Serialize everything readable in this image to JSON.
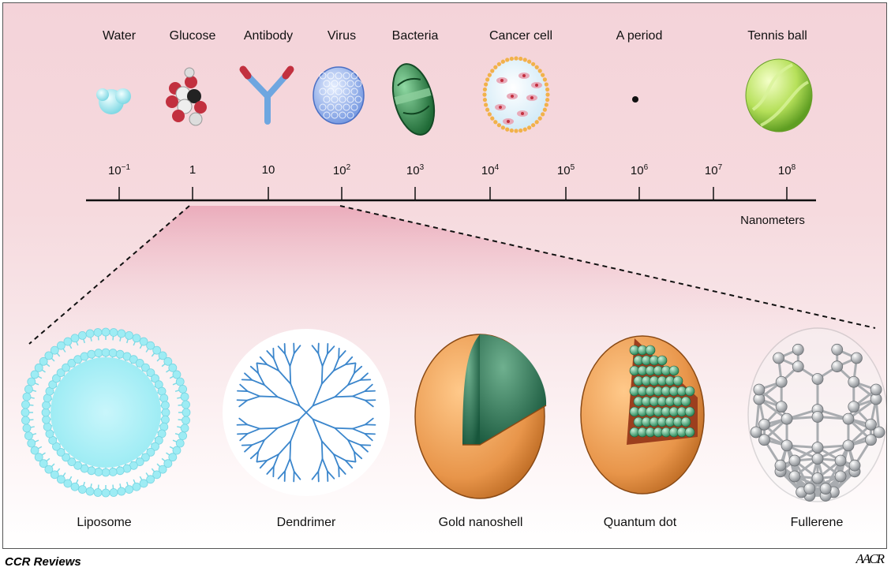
{
  "top_items": [
    {
      "key": "water",
      "label": "Water"
    },
    {
      "key": "glucose",
      "label": "Glucose"
    },
    {
      "key": "antibody",
      "label": "Antibody"
    },
    {
      "key": "virus",
      "label": "Virus"
    },
    {
      "key": "bacteria",
      "label": "Bacteria"
    },
    {
      "key": "cancer",
      "label": "Cancer cell"
    },
    {
      "key": "period",
      "label": "A period"
    },
    {
      "key": "tennis",
      "label": "Tennis ball"
    }
  ],
  "scale": {
    "ticks": [
      {
        "base": "10",
        "exp": "−1"
      },
      {
        "base": "1",
        "exp": ""
      },
      {
        "base": "10",
        "exp": ""
      },
      {
        "base": "10",
        "exp": "2"
      },
      {
        "base": "10",
        "exp": "3"
      },
      {
        "base": "10",
        "exp": "4"
      },
      {
        "base": "10",
        "exp": "5"
      },
      {
        "base": "10",
        "exp": "6"
      },
      {
        "base": "10",
        "exp": "7"
      },
      {
        "base": "10",
        "exp": "8"
      }
    ],
    "unit_label": "Nanometers"
  },
  "bottom_items": [
    {
      "key": "liposome",
      "label": "Liposome"
    },
    {
      "key": "dendrimer",
      "label": "Dendrimer"
    },
    {
      "key": "gold",
      "label": "Gold nanoshell"
    },
    {
      "key": "qdot",
      "label": "Quantum dot"
    },
    {
      "key": "fullerene",
      "label": "Fullerene"
    }
  ],
  "footer": {
    "source": "CCR Reviews",
    "logo": "AACR"
  },
  "colors": {
    "panel_top": "#f4d3d9",
    "water": "#aee8ef",
    "antibody": "#6ea6e0",
    "virus": "#7fa8ea",
    "bacteria": "#2f8a4c",
    "gold_shell": "#e8954a",
    "tennis": "#b7e05a",
    "liposome": "#9eecf4",
    "dendrimer": "#3b86cc",
    "fullerene": "#b9bcc0"
  }
}
